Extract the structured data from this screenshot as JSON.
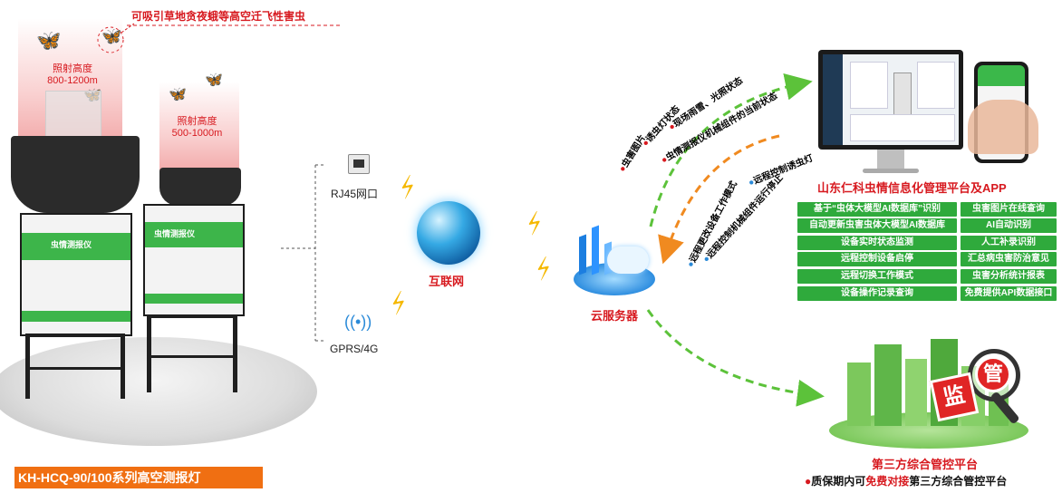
{
  "top_caption": "可吸引草地贪夜蛾等高空迁飞性害虫",
  "left_device": {
    "beam_label_line1": "照射高度",
    "beam_label_line2": "800-1200m",
    "cabinet_title": "虫情测报仪"
  },
  "right_device": {
    "beam_label_line1": "照射高度",
    "beam_label_line2": "500-1000m",
    "cabinet_title": "虫情测报仪"
  },
  "product_banner": "KH-HCQ-90/100系列高空测报灯",
  "links": {
    "rj45": "RJ45网口",
    "gprs": "GPRS/4G"
  },
  "internet_label": "互联网",
  "cloud_label": "云服务器",
  "upload_items": [
    "虫害图片",
    "诱虫灯状态",
    "现场雨雪、光照状态",
    "虫情测报仪机械组件的当前状态"
  ],
  "control_items": [
    "远程更改设备工作模式",
    "远程控制机械组件运行停止",
    "远程控制诱虫灯"
  ],
  "platform_title": "山东仁科虫情信息化管理平台及APP",
  "features_left": [
    "基于“虫体大模型AI数据库”识别",
    "自动更新虫害虫体大模型AI数据库",
    "设备实时状态监测",
    "远程控制设备启停",
    "远程切换工作模式",
    "设备操作记录查询"
  ],
  "features_right": [
    "虫害图片在线查询",
    "AI自动识别",
    "人工补录识别",
    "汇总病虫害防治意见",
    "虫害分析统计报表",
    "免费提供API数据接口"
  ],
  "third_party": {
    "title": "第三方综合管控平台",
    "note_prefix": "质保期内可",
    "note_highlight": "免费对接",
    "note_suffix": "第三方综合管控平台",
    "stamp_1": "监",
    "stamp_2": "管"
  },
  "colors": {
    "green": "#2faa3c",
    "red": "#d7191f",
    "orange": "#f06f12",
    "arrow_green": "#5cc23a",
    "arrow_orange": "#f08a20"
  }
}
